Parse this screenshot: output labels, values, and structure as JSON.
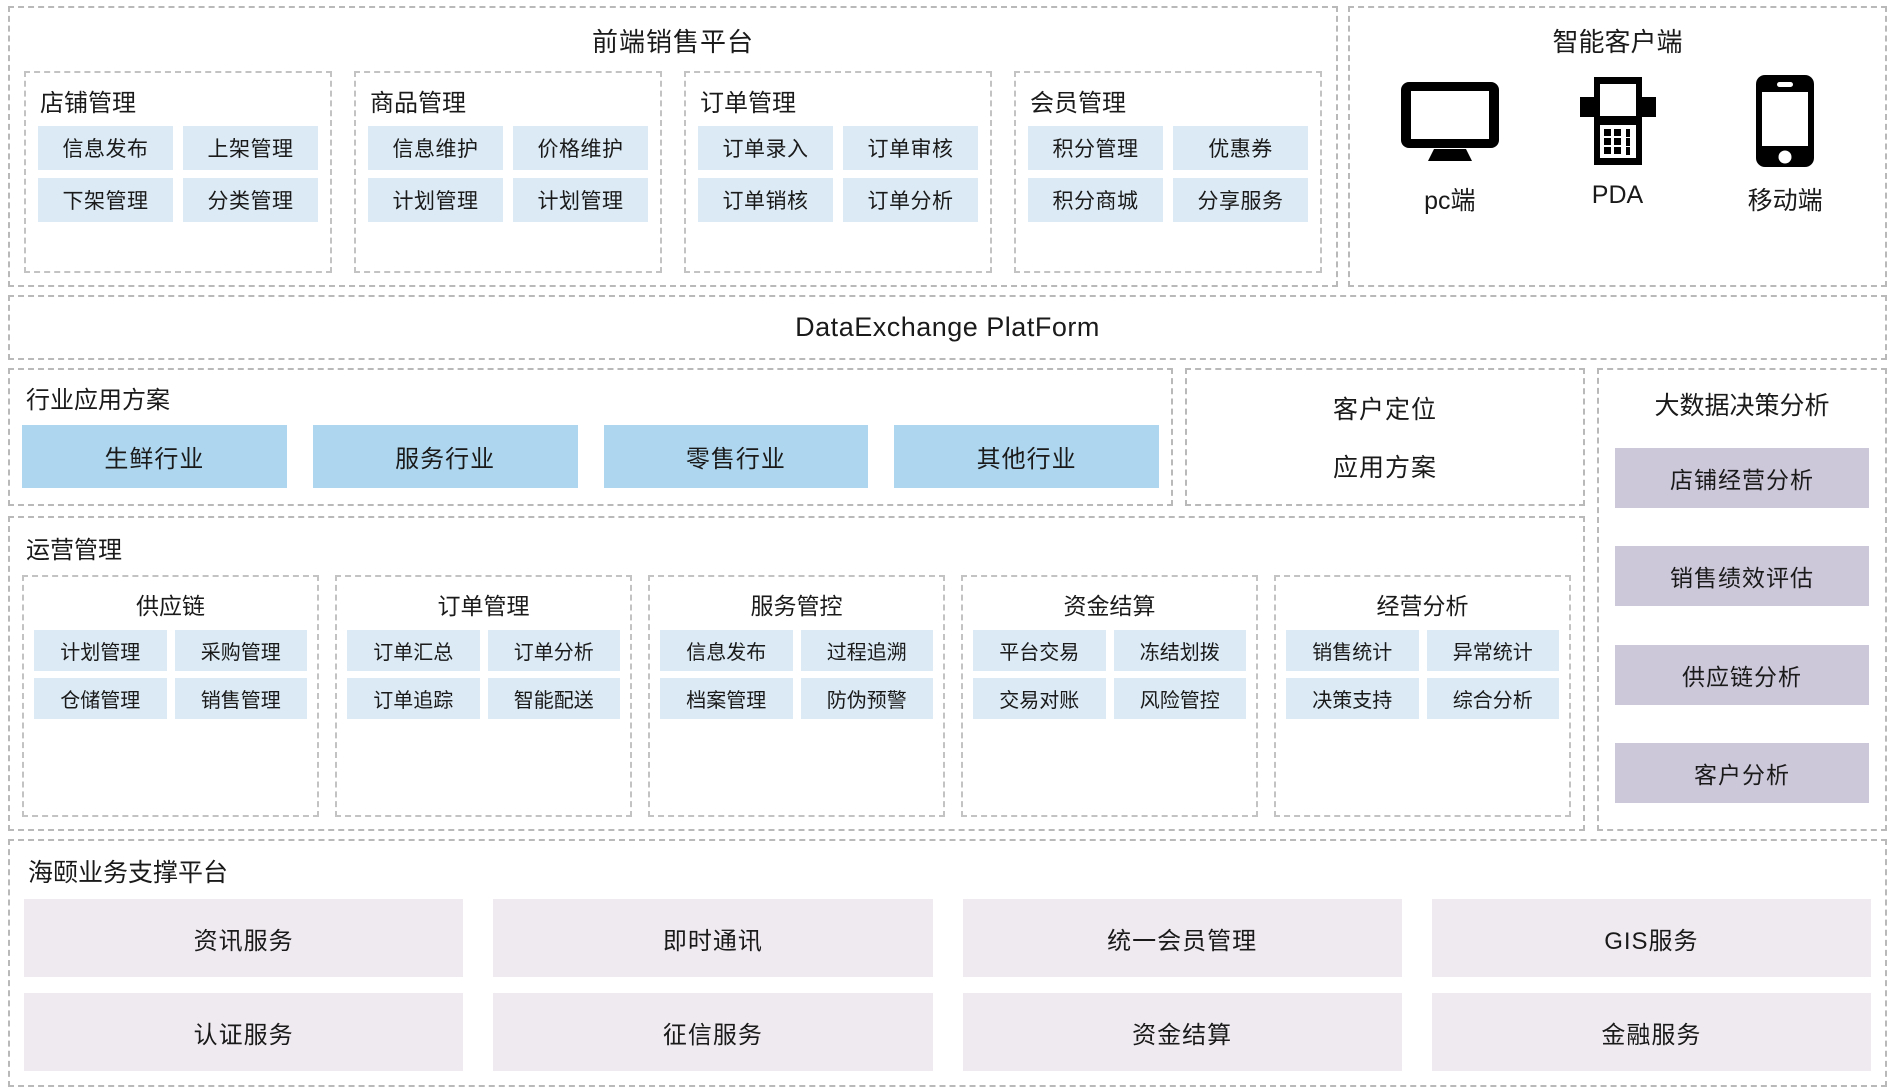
{
  "frontend": {
    "title": "前端销售平台",
    "groups": [
      {
        "title": "店铺管理",
        "items": [
          "信息发布",
          "上架管理",
          "下架管理",
          "分类管理"
        ]
      },
      {
        "title": "商品管理",
        "items": [
          "信息维护",
          "价格维护",
          "计划管理",
          "计划管理"
        ]
      },
      {
        "title": "订单管理",
        "items": [
          "订单录入",
          "订单审核",
          "订单销核",
          "订单分析"
        ]
      },
      {
        "title": "会员管理",
        "items": [
          "积分管理",
          "优惠券",
          "积分商城",
          "分享服务"
        ]
      }
    ]
  },
  "client": {
    "title": "智能客户端",
    "items": [
      {
        "icon": "desktop-monitor-icon",
        "label": "pc端"
      },
      {
        "icon": "pda-terminal-icon",
        "label": "PDA"
      },
      {
        "icon": "smartphone-icon",
        "label": "移动端"
      }
    ]
  },
  "exchange": {
    "label": "DataExchange  PlatForm"
  },
  "industry": {
    "title": "行业应用方案",
    "items": [
      "生鲜行业",
      "服务行业",
      "零售行业",
      "其他行业"
    ]
  },
  "locate": {
    "line1": "客户定位",
    "line2": "应用方案"
  },
  "operations": {
    "title": "运营管理",
    "groups": [
      {
        "title": "供应链",
        "items": [
          "计划管理",
          "采购管理",
          "仓储管理",
          "销售管理"
        ]
      },
      {
        "title": "订单管理",
        "items": [
          "订单汇总",
          "订单分析",
          "订单追踪",
          "智能配送"
        ]
      },
      {
        "title": "服务管控",
        "items": [
          "信息发布",
          "过程追溯",
          "档案管理",
          "防伪预警"
        ]
      },
      {
        "title": "资金结算",
        "items": [
          "平台交易",
          "冻结划拨",
          "交易对账",
          "风险管控"
        ]
      },
      {
        "title": "经营分析",
        "items": [
          "销售统计",
          "异常统计",
          "决策支持",
          "综合分析"
        ]
      }
    ]
  },
  "bigdata": {
    "title": "大数据决策分析",
    "items": [
      "店铺经营分析",
      "销售绩效评估",
      "供应链分析",
      "客户分析"
    ]
  },
  "support": {
    "title": "海颐业务支撑平台",
    "items": [
      "资讯服务",
      "即时通讯",
      "统一会员管理",
      "GIS服务",
      "认证服务",
      "征信服务",
      "资金结算",
      "金融服务"
    ]
  },
  "colors": {
    "chip_blue": "#dbeaf5",
    "industry_blue": "#aed7ef",
    "bigdata_purple": "#cdc7da",
    "support_pink": "#efeaf0",
    "frame_dash": "#b9b9b9",
    "background": "#ffffff"
  }
}
